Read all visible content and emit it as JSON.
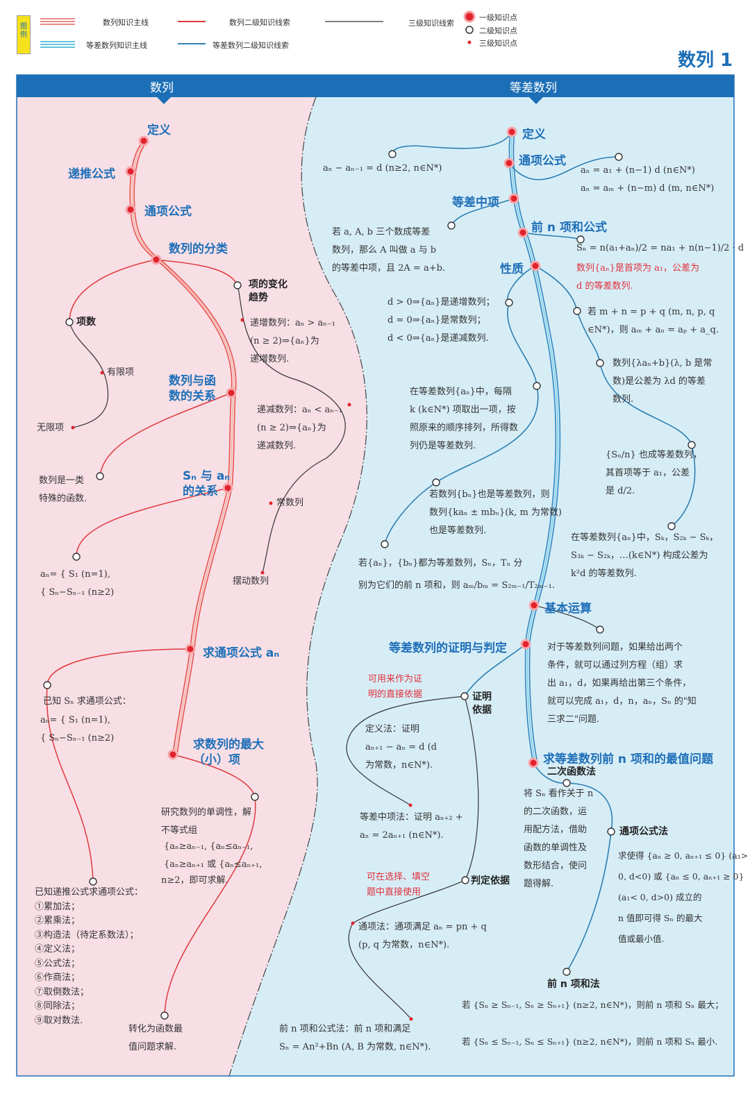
{
  "legend": {
    "badge": "图例",
    "main_line": "数列知识主线",
    "secondary_line": "数列二级知识线索",
    "third_line": "三级知识线索",
    "ap_main_line": "等差数列知识主线",
    "ap_secondary_line": "等差数列二级知识线索",
    "level1_point": "一级知识点",
    "level2_point": "二级知识点",
    "level3_point": "三级知识点"
  },
  "page_title": "数列 1",
  "header": {
    "left": "数列",
    "right": "等差数列"
  },
  "colors": {
    "header": "#1c6fb6",
    "left_bg": "#f7dfe5",
    "right_bg": "#d7edf6",
    "main_red": "#e8534d",
    "main_blue": "#2e86c1",
    "level1": "#e1232d"
  },
  "left": {
    "definition": "定义",
    "recursive": "递推公式",
    "general_term": "通项公式",
    "classification": "数列的分类",
    "trend": "项的变化\n趋势",
    "term_count": "项数",
    "finite": "有限项",
    "infinite": "无限项",
    "increasing": "递增数列：aₙ > aₙ₋₁\n(n ≥ 2)⇒{aₙ}为\n递增数列.",
    "decreasing": "递减数列：aₙ < aₙ₋₁\n(n ≥ 2)⇒{aₙ}为\n递减数列.",
    "constant": "常数列",
    "oscillating": "摆动数列",
    "function_relation": "数列与函\n数的关系",
    "special_function": "数列是一类\n特殊的函数.",
    "sn_an": "Sₙ 与 aₙ\n的关系",
    "sn_an_formula": "aₙ= { S₁ (n=1),\n       { Sₙ−Sₙ₋₁ (n≥2)",
    "find_general": "求通项公式 aₙ",
    "known_sn": "已知 Sₙ 求通项公式：",
    "known_sn_formula": "aₙ= { S₁ (n=1),\n       { Sₙ−Sₙ₋₁ (n≥2)",
    "max_term": "求数列的最大\n（小）项",
    "monotonic": "研究数列的单调性，解\n不等式组",
    "monotonic_formula": "{aₙ≥aₙ₋₁,   {aₙ≤aₙ₋₁,\n{aₙ≥aₙ₊₁ 或 {aₙ≤aₙ₊₁,",
    "monotonic_end": "n≥2，即可求解.",
    "recursive_methods": "已知递推公式求通项公式：\n①累加法；\n②累乘法；\n③构造法（待定系数法）；\n④定义法；\n⑤公式法；\n⑥作商法；\n⑦取倒数法；\n⑧同除法；\n⑨取对数法.",
    "function_max": "转化为函数最\n值问题求解."
  },
  "right": {
    "definition": "定义",
    "definition_formula": "aₙ − aₙ₋₁ = d (n≥2, n∈N*)",
    "general_term": "通项公式",
    "general_formula": "aₙ = a₁ + (n−1) d (n∈N*)\naₙ = aₘ + (n−m) d (m, n∈N*)",
    "arith_mean": "等差中项",
    "arith_mean_text": "若 a, A, b 三个数成等差\n数列，那么 A 叫做 a 与 b\n的等差中项，且 2A = a+b.",
    "sum_formula": "前 n 项和公式",
    "sum_formula_text": "Sₙ = n(a₁+aₙ)/2 = na₁ + n(n−1)/2 · d",
    "sum_note": "数列{aₙ}是首项为 a₁，公差为\nd 的等差数列.",
    "properties": "性质",
    "monotone": "d > 0⇒{aₙ}是递增数列；\nd = 0⇒{aₙ}是常数列；\nd < 0⇒{aₙ}是递减数列.",
    "mnpq": "若 m + n = p + q (m, n, p, q\n∈N*)，则 aₘ + aₙ = aₚ + a_q.",
    "lambda": "数列{λaₙ+b}(λ, b 是常\n数)是公差为 λd 的等差\n数列.",
    "every_k": "在等差数列{aₙ}中，每隔\nk (k∈N*) 项取出一项，按\n照原来的顺序排列，所得数\n列仍是等差数列.",
    "sn_over_n": "{Sₙ/n} 也成等差数列，\n其首项等于 a₁，公差\n是 d/2.",
    "ka_mb": "若数列{bₙ}也是等差数列，则\n数列{kaₙ ± mbₙ}(k, m 为常数)\n也是等差数列.",
    "sk": "在等差数列{aₙ}中，Sₖ，S₂ₖ − Sₖ，\nS₃ₖ − S₂ₖ，…(k∈N*) 构成公差为\nk²d 的等差数列.",
    "ratio": "若{aₙ}，{bₙ}都为等差数列，Sₙ，Tₙ 分\n别为它们的前 n 项和，则 aₘ/bₘ = S₂ₘ₋₁/T₂ₘ₋₁.",
    "basic_ops": "基本运算",
    "basic_ops_text": "对于等差数列问题，如果给出两个\n条件，就可以通过列方程（组）求\n出 a₁，d，如果再给出第三个条件，\n就可以完成 a₁，d，n，aₙ，Sₙ 的\"知\n三求二\"问题.",
    "proof": "等差数列的证明与判定",
    "proof_note": "可用来作为证\n明的直接依据",
    "proof_basis": "证明\n依据",
    "def_method": "定义法：证明\naₙ₊₁ − aₙ = d (d\n为常数，n∈N*).",
    "mean_method": "等差中项法：证明 aₙ₊₂ +\naₙ = 2aₙ₊₁ (n∈N*).",
    "judge_note": "可在选择、填空\n题中直接使用",
    "judge_basis": "判定依据",
    "term_method": "通项法：通项满足 aₙ = pn + q\n(p, q 为常数，n∈N*).",
    "sum_method": "前 n 项和公式法：前 n 项和满足\nSₙ = An²+Bn (A, B 为常数, n∈N*).",
    "extreme": "求等差数列前 n 项和的最值问题",
    "quadratic": "二次函数法",
    "quadratic_text": "将 Sₙ 看作关于 n\n的二次函数，运\n用配方法，借助\n函数的单调性及\n数形结合，使问\n题得解.",
    "term_formula_method": "通项公式法",
    "term_formula_text": "求使得 {aₙ ≥ 0, aₙ₊₁ ≤ 0} (a₁>\n0, d<0) 或 {aₙ ≤ 0, aₙ₊₁ ≥ 0}\n(a₁< 0, d>0) 成立的\nn 值即可得 Sₙ 的最大\n值或最小值.",
    "sum_n_method": "前 n 项和法",
    "max_cond": "若 {Sₙ ≥ Sₙ₋₁, Sₙ ≥ Sₙ₊₁} (n≥2, n∈N*)，则前 n 项和 Sₙ 最大；",
    "min_cond": "若 {Sₙ ≤ Sₙ₋₁, Sₙ ≤ Sₙ₊₁} (n≥2, n∈N*)，则前 n 项和 Sₙ 最小."
  }
}
